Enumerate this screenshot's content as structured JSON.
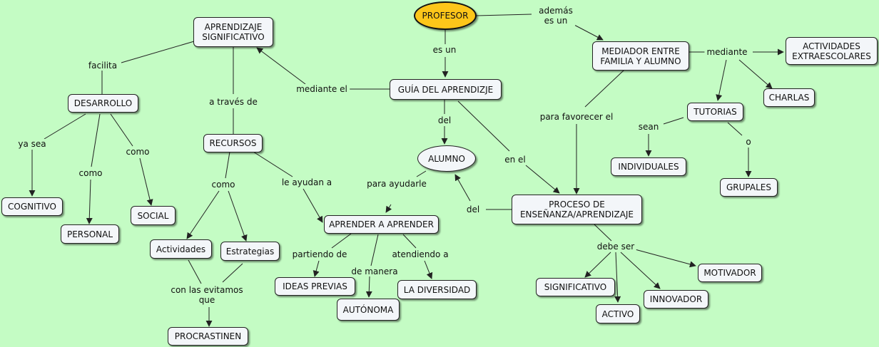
{
  "colors": {
    "background": "#c4fcc4",
    "node_fill": "#f3f6f9",
    "root_fill": "#fdc61a",
    "line": "#222222"
  },
  "nodes": {
    "profesor": "PROFESOR",
    "aprendizaje_significativo": "APRENDIZAJE\nSIGNIFICATIVO",
    "desarrollo": "DESARROLLO",
    "cognitivo": "COGNITIVO",
    "personal": "PERSONAL",
    "social": "SOCIAL",
    "recursos": "RECURSOS",
    "actividades": "Actividades",
    "estrategias": "Estrategias",
    "procrastinen": "PROCRASTINEN",
    "aprender_a_aprender": "APRENDER A APRENDER",
    "ideas_previas": "IDEAS PREVIAS",
    "autonoma": "AUTÓNOMA",
    "la_diversidad": "LA DIVERSIDAD",
    "guia_del_aprendizaje": "GUÍA DEL APRENDIZJE",
    "alumno": "ALUMNO",
    "mediador": "MEDIADOR ENTRE\nFAMILIA Y ALUMNO",
    "actividades_extraescolares": "ACTIVIDADES\nEXTRAESCOLARES",
    "charlas": "CHARLAS",
    "tutorias": "TUTORIAS",
    "individuales": "INDIVIDUALES",
    "grupales": "GRUPALES",
    "proceso": "PROCESO DE\nENSEÑANZA/APRENDIZAJE",
    "significativo": "SIGNIFICATIVO",
    "activo": "ACTIVO",
    "innovador": "INNOVADOR",
    "motivador": "MOTIVADOR"
  },
  "links": {
    "facilita": "facilita",
    "a_traves_de": "a través de",
    "mediante_el": "mediante el",
    "es_un": "es un",
    "ademas_es_un": "además\nes un",
    "mediante": "mediante",
    "ya_sea": "ya sea",
    "como_personal": "como",
    "como_social": "como",
    "como_recursos": "como",
    "le_ayudan_a": "le ayudan a",
    "del_alumno": "del",
    "en_el": "en el",
    "para_favorecer_el": "para favorecer el",
    "sean": "sean",
    "o": "o",
    "para_ayudarle": "para ayudarle",
    "del_proceso": "del",
    "con_las_evitamos_que": "con las evitamos\nque",
    "partiendo_de": "partiendo de",
    "de_manera": "de manera",
    "atendiendo_a": "atendiendo a",
    "debe_ser": "debe ser"
  }
}
